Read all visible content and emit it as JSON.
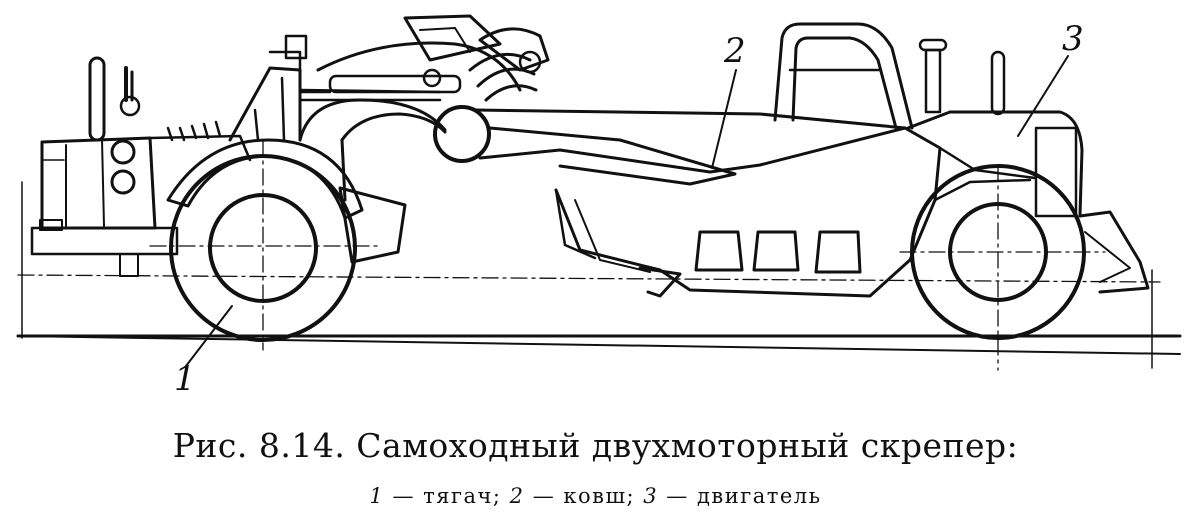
{
  "figure": {
    "callouts": {
      "n1": "1",
      "n2": "2",
      "n3": "3"
    }
  },
  "caption": {
    "title": "Рис. 8.14. Самоходный двухмоторный скрепер:",
    "legend": {
      "n1": "1",
      "t1": " — тягач; ",
      "n2": "2",
      "t2": " — ковш; ",
      "n3": "3",
      "t3": " — двигатель"
    }
  }
}
